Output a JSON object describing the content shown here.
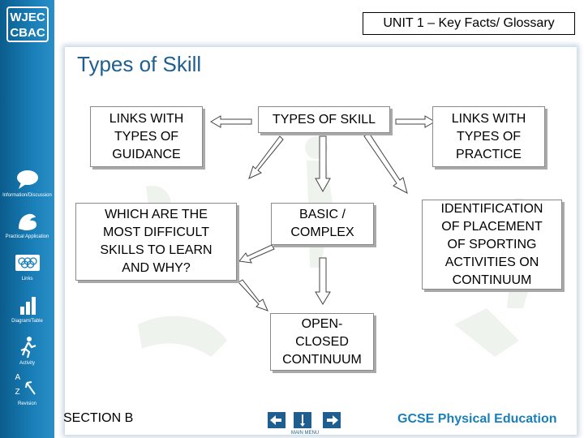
{
  "logo": {
    "line1": "WJEC",
    "line2": "CBAC"
  },
  "header": {
    "unit_title": "UNIT 1 – Key Facts/ Glossary"
  },
  "page": {
    "title": "Types of Skill"
  },
  "sidebar": {
    "items": [
      {
        "label": "Information/Discussion",
        "icon": "speech-bubble-icon"
      },
      {
        "label": "Practical Application",
        "icon": "muscle-arm-icon"
      },
      {
        "label": "Links",
        "icon": "olympic-rings-icon"
      },
      {
        "label": "Diagram/Table",
        "icon": "bar-chart-icon"
      },
      {
        "label": "Activity",
        "icon": "running-person-icon"
      },
      {
        "label": "Revision",
        "icon": "a-to-z-icon"
      }
    ],
    "az": {
      "a": "A",
      "z": "Z"
    }
  },
  "boxes": {
    "links_guidance": [
      "LINKS WITH",
      "TYPES OF",
      "GUIDANCE"
    ],
    "types_of_skill": [
      "TYPES OF SKILL"
    ],
    "links_practice": [
      "LINKS WITH",
      "TYPES OF",
      "PRACTICE"
    ],
    "difficult_skills": [
      "WHICH ARE THE",
      "MOST DIFFICULT",
      "SKILLS TO LEARN",
      "AND WHY?"
    ],
    "basic_complex": [
      "BASIC /",
      "COMPLEX"
    ],
    "identification": [
      "IDENTIFICATION",
      "OF PLACEMENT",
      "OF SPORTING",
      "ACTIVITIES ON",
      "CONTINUUM"
    ],
    "open_closed": [
      "OPEN-",
      "CLOSED",
      "CONTINUUM"
    ]
  },
  "footer": {
    "section": "SECTION B",
    "brand": "GCSE Physical Education",
    "main_menu": "MAIN MENU"
  },
  "colors": {
    "sidebar": "#1a7fb8",
    "title": "#1f5f8f",
    "brand": "#1a7fb8"
  }
}
